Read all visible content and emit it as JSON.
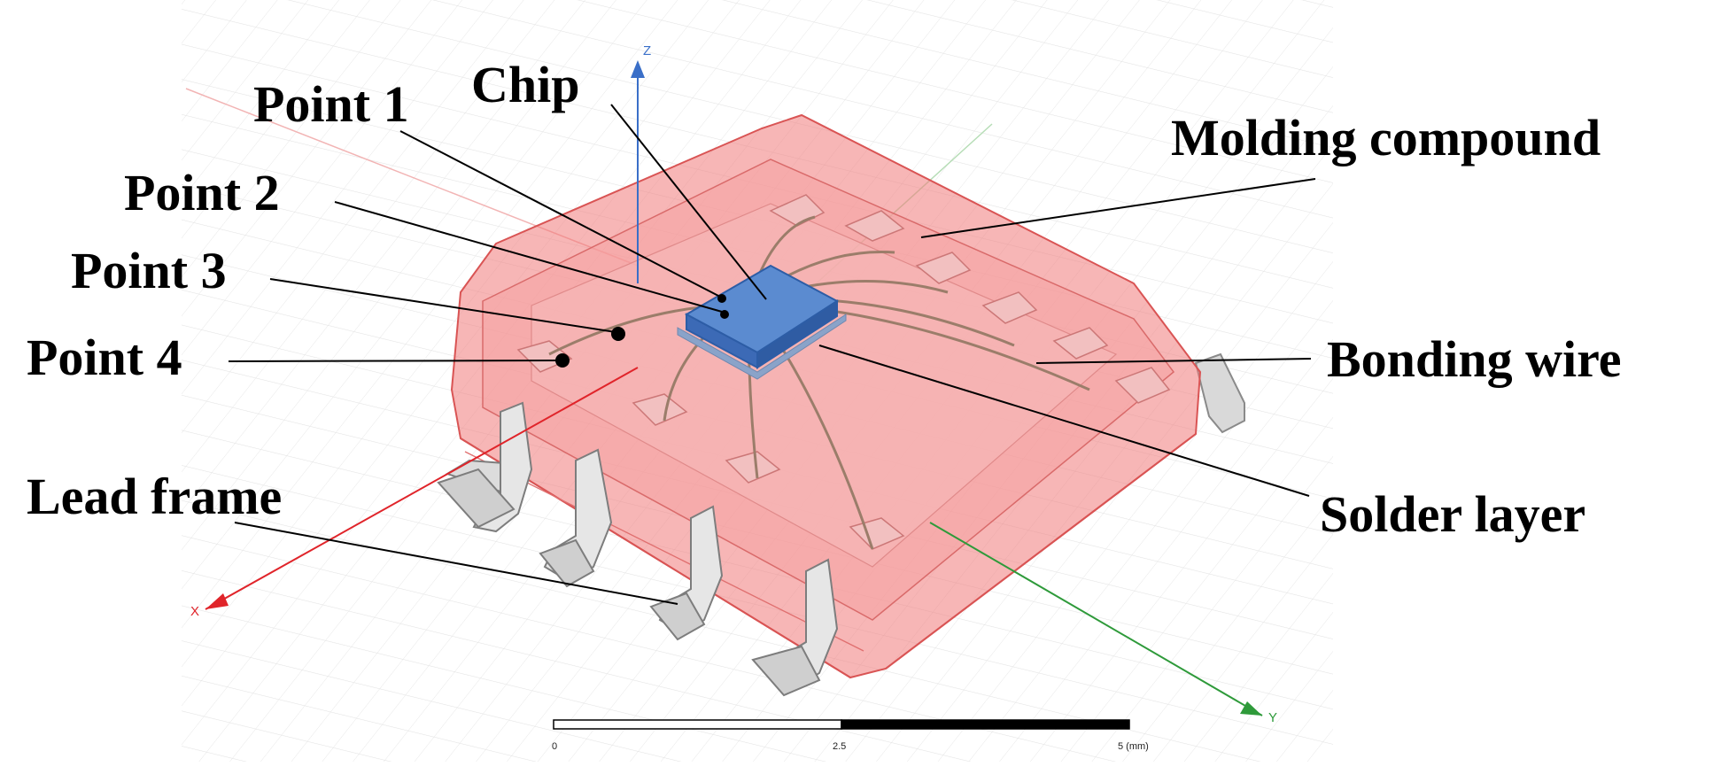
{
  "labels": {
    "chip": "Chip",
    "point1": "Point 1",
    "point2": "Point 2",
    "point3": "Point 3",
    "point4": "Point 4",
    "molding": "Molding compound",
    "bonding": "Bonding wire",
    "solder": "Solder layer",
    "lead": "Lead frame"
  },
  "axes": {
    "x": "X",
    "y": "Y",
    "z": "Z"
  },
  "scale_bar": {
    "tick0": "0",
    "tick1": "2.5",
    "tick2": "5 (mm)"
  },
  "colors": {
    "molding": "#f07a7a",
    "chip": "#5b8bd0",
    "lead": "#dcdcdc",
    "wire": "#9b7d6a",
    "x_axis": "#e0242a",
    "y_axis": "#2e9a3a",
    "z_axis": "#3a6fc8"
  }
}
